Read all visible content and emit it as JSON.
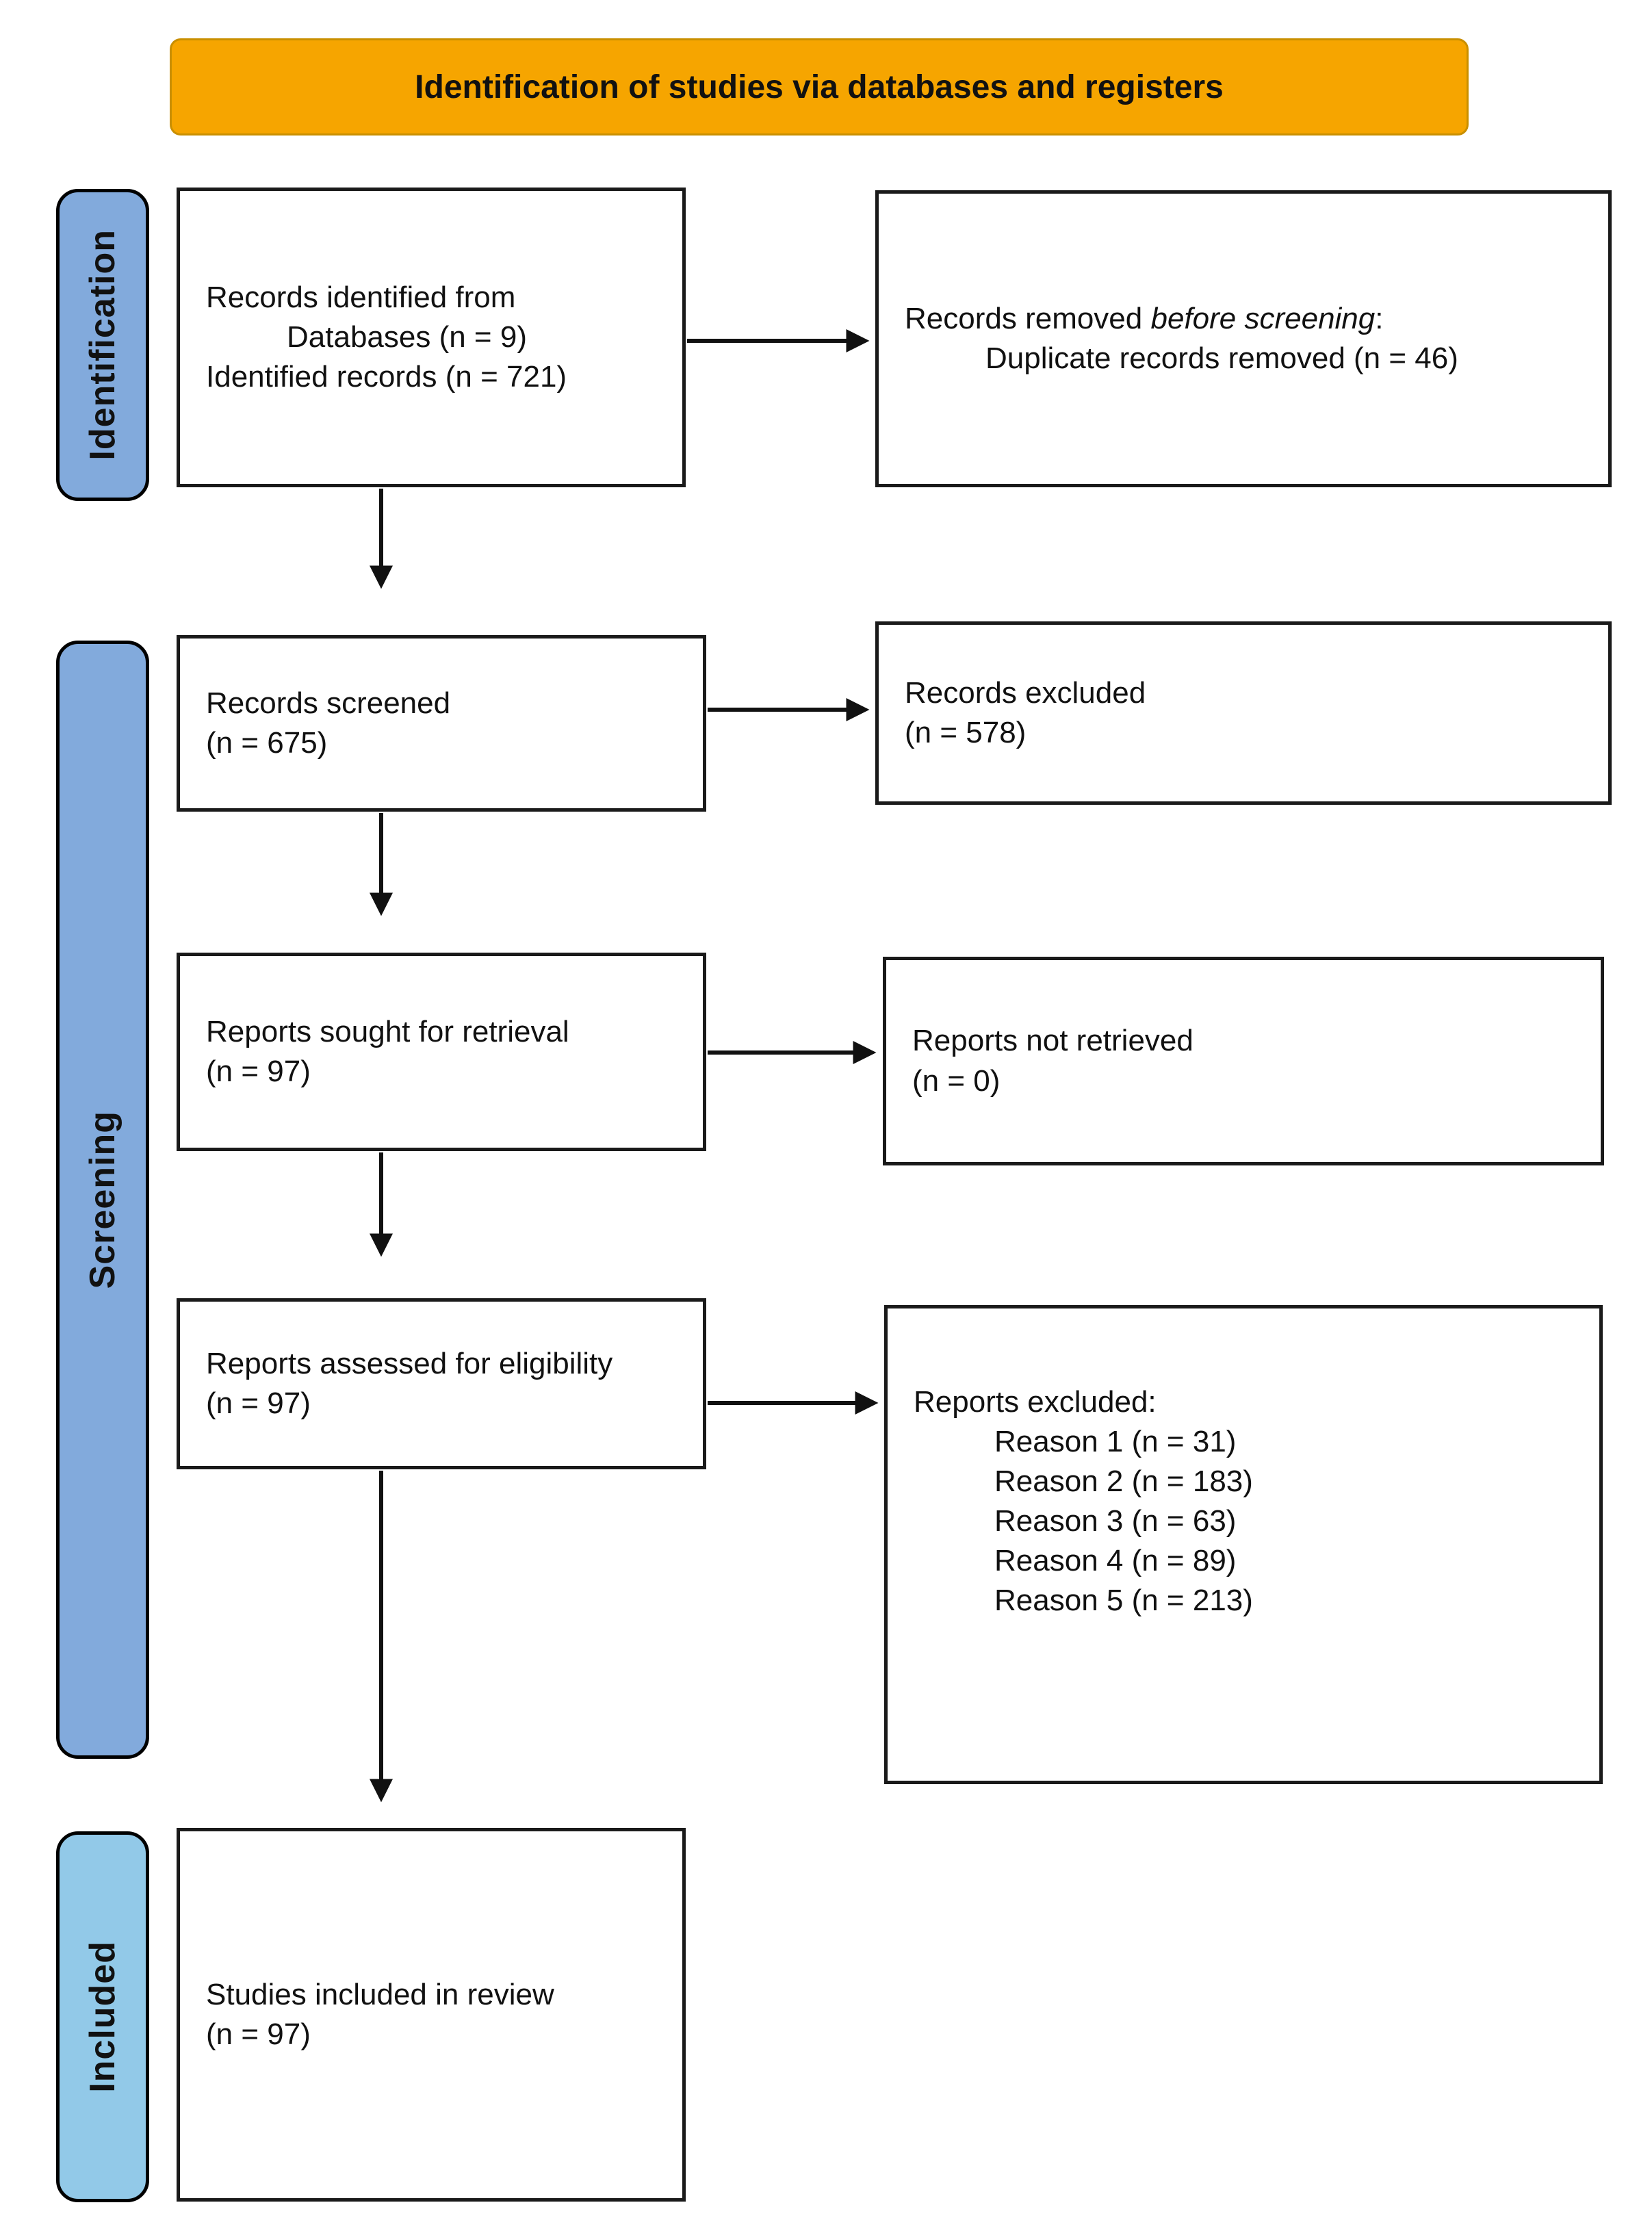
{
  "banner": {
    "title": "Identification of studies via databases and registers"
  },
  "stages": [
    {
      "label": "Identification"
    },
    {
      "label": "Screening"
    },
    {
      "label": "Included"
    }
  ],
  "boxes": {
    "identified": {
      "line1": "Records identified from",
      "line2": "Databases (n = 9)",
      "line3": "Identified records (n = 721)"
    },
    "removed": {
      "prefix": "Records removed ",
      "italic": "before screening",
      "suffix": ":",
      "line2": "Duplicate records removed (n = 46)"
    },
    "screened": {
      "line1": "Records screened",
      "line2": "(n = 675)"
    },
    "records_excluded": {
      "line1": "Records excluded",
      "line2": "(n = 578)"
    },
    "sought": {
      "line1": "Reports sought for retrieval",
      "line2": "(n = 97)"
    },
    "not_retrieved": {
      "line1": "Reports not retrieved",
      "line2": "(n = 0)"
    },
    "assessed": {
      "line1": "Reports assessed for eligibility",
      "line2": "(n = 97)"
    },
    "reports_excluded": {
      "title": "Reports excluded:",
      "reasons": [
        "Reason 1 (n = 31)",
        "Reason 2 (n = 183)",
        "Reason 3 (n = 63)",
        "Reason 4 (n = 89)",
        "Reason 5 (n = 213)"
      ]
    },
    "included": {
      "line1": "Studies included in review",
      "line2": "(n = 97)"
    }
  },
  "colors": {
    "banner_fill": "#F6A500",
    "banner_border": "#C98F00",
    "stage_fill": "#82AADC",
    "included_fill": "#92C9E8",
    "ink": "#111111",
    "box_border": "#1A1A1A",
    "bg": "#FFFFFF"
  }
}
